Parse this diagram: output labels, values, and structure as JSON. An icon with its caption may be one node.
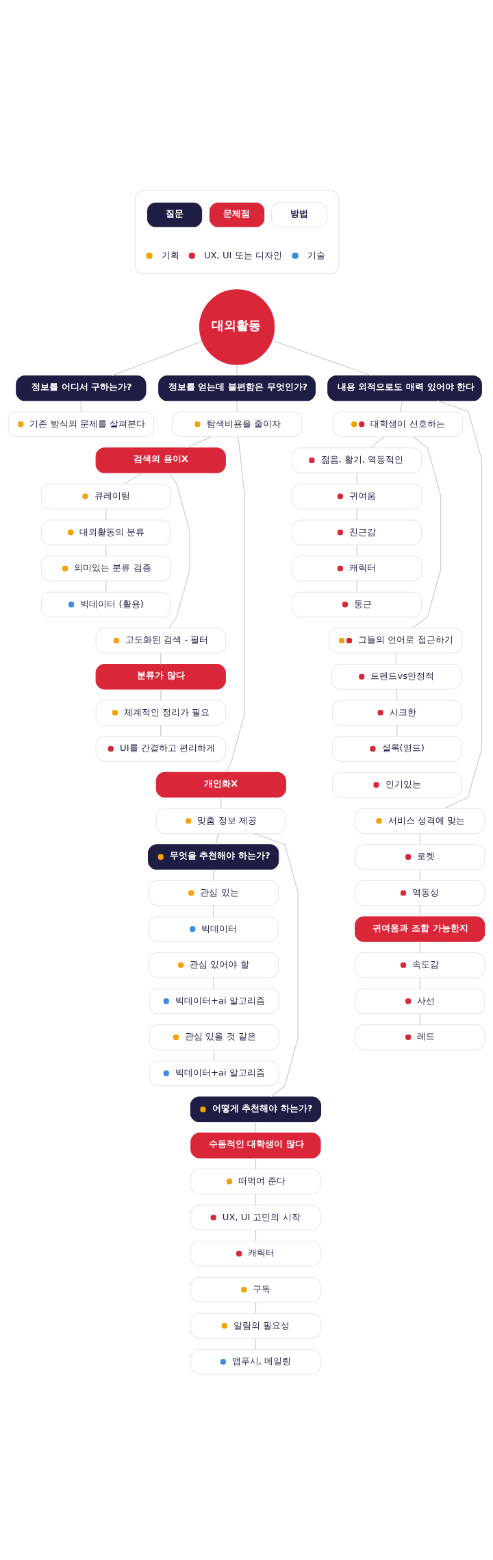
{
  "diagram": {
    "nodes": [
      {
        "text": [
          "대외활동"
        ]
      },
      {
        "text": [
          "정보를 어디서 구하는가?"
        ]
      },
      {
        "text": [
          "정보를 얻는데 불편함은 무엇인가?"
        ]
      },
      {
        "text": [
          "내용 외적으로도 매력 있어야 한다"
        ]
      },
      {
        "text": [
          "기존 방식의 문제를 살펴본다"
        ]
      },
      {
        "text": [
          "탐색비용을 줄이자"
        ]
      },
      {
        "text": [
          "검색의 용이X"
        ]
      },
      {
        "text": [
          "큐레이팅"
        ]
      },
      {
        "text": [
          "대외활동의 분류"
        ]
      },
      {
        "text": [
          "의미있는 분류 검증"
        ]
      },
      {
        "text": [
          "빅데이터 (활용)"
        ]
      },
      {
        "text": [
          "고도화된 검색 - 필터"
        ]
      },
      {
        "text": [
          "분류가 많다"
        ]
      },
      {
        "text": [
          "체계적인 정리가 필요"
        ]
      },
      {
        "text": [
          "UI를 간결하고 편리하게"
        ]
      },
      {
        "text": [
          "개인화X"
        ]
      },
      {
        "text": [
          "맞춤 정보 제공"
        ]
      },
      {
        "text": [
          "무엇을 추천해야 하는가?"
        ]
      },
      {
        "text": [
          "관심 있는"
        ]
      },
      {
        "text": [
          "빅데이터"
        ]
      },
      {
        "text": [
          "관심 있어야 할"
        ]
      },
      {
        "text": [
          "빅데이터+ai 알고리즘"
        ]
      },
      {
        "text": [
          "관심 있을 것 같은"
        ]
      },
      {
        "text": [
          "빅데이터+ai 알고리즘"
        ]
      },
      {
        "text": [
          "어떻게 추천해야 하는가?"
        ]
      },
      {
        "text": [
          "수동적인 대학생이 많다"
        ]
      },
      {
        "text": [
          "떠먹여 준다"
        ]
      },
      {
        "text": [
          "UX, UI 고민의 시작"
        ]
      },
      {
        "text": [
          "캐릭터"
        ]
      },
      {
        "text": [
          "구독"
        ]
      },
      {
        "text": [
          "알림의 필요성"
        ]
      },
      {
        "text": [
          "앱푸시, 메일링"
        ]
      },
      {
        "text": [
          "대학생이 선호하는"
        ]
      },
      {
        "text": [
          "젊음, 활기, 역동적인"
        ]
      },
      {
        "text": [
          "귀여움"
        ]
      },
      {
        "text": [
          "친근감"
        ]
      },
      {
        "text": [
          "캐릭터"
        ]
      },
      {
        "text": [
          "둥근"
        ]
      },
      {
        "text": [
          "그들의 언어로 접근하기"
        ]
      },
      {
        "text": [
          "트렌드vs안정적"
        ]
      },
      {
        "text": [
          "시크한"
        ]
      },
      {
        "text": [
          "셜록(영드)"
        ]
      },
      {
        "text": [
          "인기있는"
        ]
      },
      {
        "text": [
          "서비스 성격에 맞는"
        ]
      },
      {
        "text": [
          "로켓"
        ]
      },
      {
        "text": [
          "역동성"
        ]
      },
      {
        "text": [
          "귀여움과 조합 가능한지"
        ]
      },
      {
        "text": [
          "속도감"
        ]
      },
      {
        "text": [
          "사선"
        ]
      },
      {
        "text": [
          "레드"
        ]
      }
    ],
    "edges": [
      {
        "from": 0,
        "to": 1,
        "arrow": "none"
      },
      {
        "from": 0,
        "to": 2,
        "arrow": "none"
      },
      {
        "from": 0,
        "to": 3,
        "arrow": "none"
      },
      {
        "from": 1,
        "to": 4,
        "arrow": "none"
      },
      {
        "from": 2,
        "to": 5,
        "arrow": "none"
      },
      {
        "from": 5,
        "to": 6,
        "arrow": "none"
      },
      {
        "from": 5,
        "to": 15,
        "arrow": "none"
      },
      {
        "from": 6,
        "to": 7,
        "arrow": "none"
      },
      {
        "from": 6,
        "to": 11,
        "arrow": "none"
      },
      {
        "from": 7,
        "to": 8,
        "arrow": "none"
      },
      {
        "from": 8,
        "to": 9,
        "arrow": "none"
      },
      {
        "from": 9,
        "to": 10,
        "arrow": "none"
      },
      {
        "from": 11,
        "to": 12,
        "arrow": "none"
      },
      {
        "from": 12,
        "to": 13,
        "arrow": "none"
      },
      {
        "from": 13,
        "to": 14,
        "arrow": "none"
      },
      {
        "from": 15,
        "to": 16,
        "arrow": "none"
      },
      {
        "from": 16,
        "to": 17,
        "arrow": "none"
      },
      {
        "from": 16,
        "to": 24,
        "arrow": "none"
      },
      {
        "from": 17,
        "to": 18,
        "arrow": "none"
      },
      {
        "from": 18,
        "to": 19,
        "arrow": "none"
      },
      {
        "from": 20,
        "to": 21,
        "arrow": "none"
      },
      {
        "from": 22,
        "to": 23,
        "arrow": "none"
      },
      {
        "from": 24,
        "to": 25,
        "arrow": "none"
      },
      {
        "from": 25,
        "to": 26,
        "arrow": "none"
      },
      {
        "from": 26,
        "to": 27,
        "arrow": "none"
      },
      {
        "from": 27,
        "to": 28,
        "arrow": "none"
      },
      {
        "from": 29,
        "to": 30,
        "arrow": "none"
      },
      {
        "from": 30,
        "to": 31,
        "arrow": "none"
      },
      {
        "from": 3,
        "to": 32,
        "arrow": "none"
      },
      {
        "from": 3,
        "to": 43,
        "arrow": "none"
      },
      {
        "from": 32,
        "to": 33,
        "arrow": "none"
      },
      {
        "from": 32,
        "to": 38,
        "arrow": "none"
      },
      {
        "from": 33,
        "to": 34,
        "arrow": "none"
      },
      {
        "from": 34,
        "to": 35,
        "arrow": "none"
      },
      {
        "from": 35,
        "to": 36,
        "arrow": "none"
      },
      {
        "from": 36,
        "to": 37,
        "arrow": "none"
      },
      {
        "from": 38,
        "to": 39,
        "arrow": "none"
      },
      {
        "from": 39,
        "to": 40,
        "arrow": "none"
      },
      {
        "from": 40,
        "to": 41,
        "arrow": "none"
      },
      {
        "from": 43,
        "to": 44,
        "arrow": "none"
      },
      {
        "from": 44,
        "to": 45,
        "arrow": "none"
      },
      {
        "from": 45,
        "to": 46,
        "arrow": "none"
      },
      {
        "from": 46,
        "to": 47,
        "arrow": "none"
      },
      {
        "from": 47,
        "to": 48,
        "arrow": "none"
      },
      {
        "from": 48,
        "to": 49,
        "arrow": "none"
      }
    ],
    "legend": [
      {
        "text": "질문",
        "color": "#1e1d43"
      },
      {
        "text": "문제점",
        "color": "#d92638"
      },
      {
        "text": "방법",
        "color": "#ffffff"
      },
      {
        "text": "기획",
        "color": "#f5a200"
      },
      {
        "text": "UX, UI 또는 디자인",
        "color": "#d92638"
      },
      {
        "text": "기술",
        "color": "#3a8ee0"
      }
    ]
  }
}
